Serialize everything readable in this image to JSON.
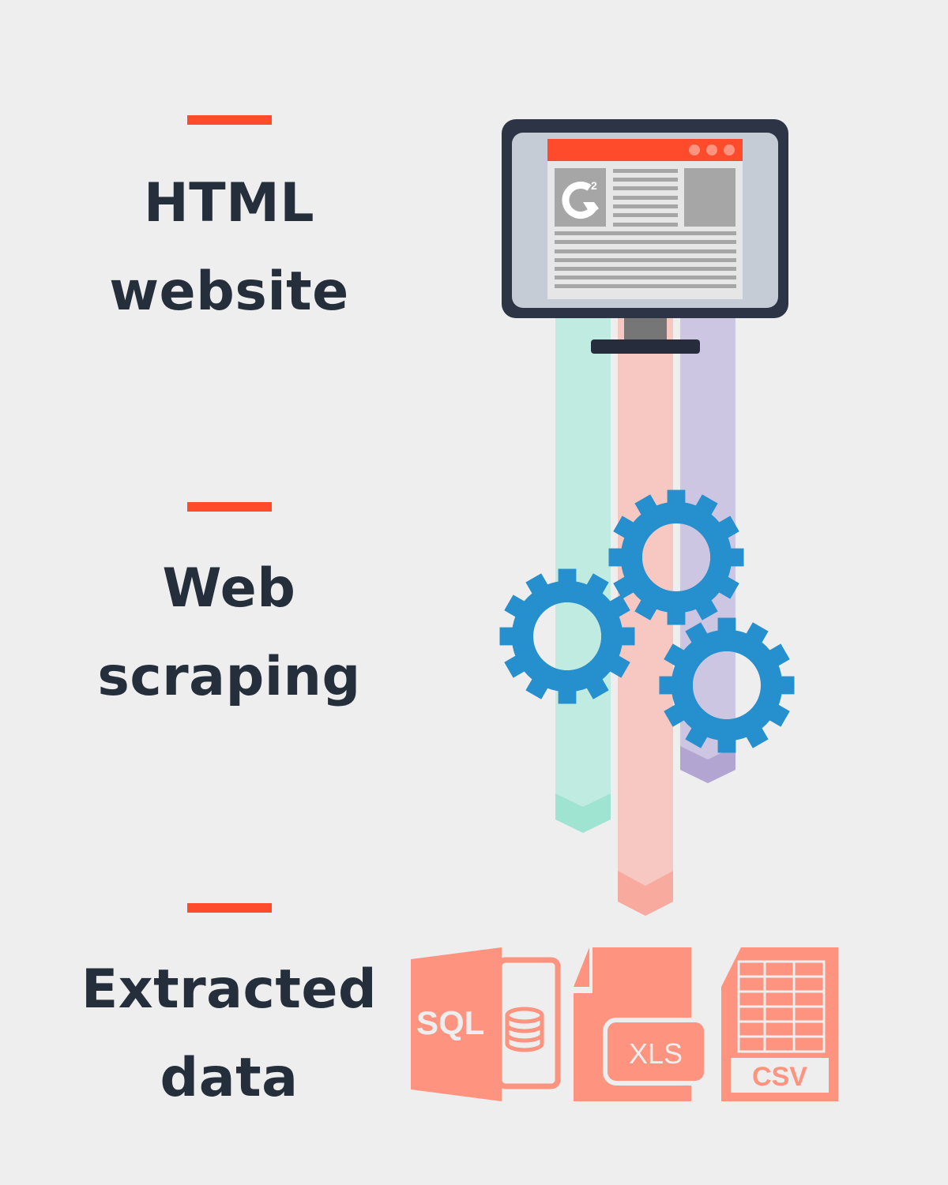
{
  "colors": {
    "background": "#eeeeee",
    "text": "#252f3c",
    "accent_bar": "#fe4b2c",
    "gear": "#268fcd",
    "file_icons": "#fe9380",
    "stream_green": "#c0ebe1",
    "stream_green_tip": "#9fe3d1",
    "stream_pink": "#f6c8c1",
    "stream_pink_tip": "#f7aa9d",
    "stream_purple": "#ccc6e2",
    "stream_purple_tip": "#b3a5d2",
    "monitor_frame": "#2d3445",
    "monitor_screen": "#c6ccd6",
    "browser_bar": "#fe4b2c"
  },
  "steps": [
    {
      "line1": "HTML",
      "line2": "website",
      "icon": "monitor-icon"
    },
    {
      "line1": "Web",
      "line2": "scraping",
      "icon": "gears-icon"
    },
    {
      "line1": "Extracted",
      "line2": "data",
      "icon": "file-formats-icon"
    }
  ],
  "browser": {
    "logo_text": "G",
    "logo_sup": "2"
  },
  "file_formats": [
    "SQL",
    "XLS",
    "CSV"
  ]
}
